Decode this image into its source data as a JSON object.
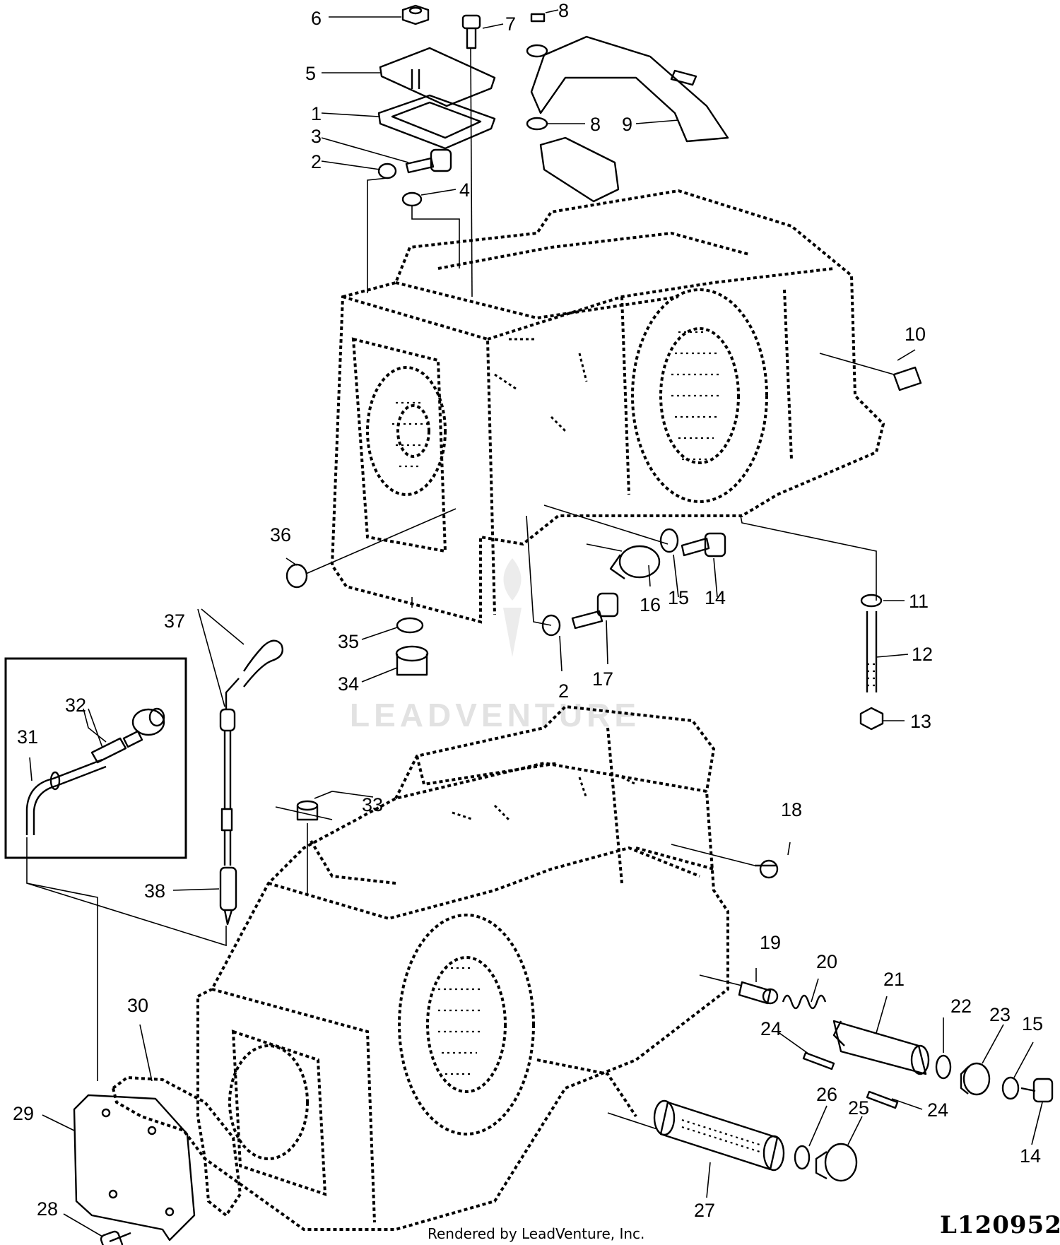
{
  "diagram": {
    "reference_code": "L120952",
    "footer": "Rendered by LeadVenture, Inc.",
    "watermark": "LEADVENTURE",
    "callouts": {
      "c1": "1",
      "c2a": "2",
      "c2b": "2",
      "c3": "3",
      "c4": "4",
      "c5": "5",
      "c6": "6",
      "c7": "7",
      "c8a": "8",
      "c8b": "8",
      "c9": "9",
      "c10": "10",
      "c11": "11",
      "c12": "12",
      "c13": "13",
      "c14a": "14",
      "c14b": "14",
      "c15a": "15",
      "c15b": "15",
      "c16": "16",
      "c17": "17",
      "c18": "18",
      "c19": "19",
      "c20": "20",
      "c21": "21",
      "c22": "22",
      "c23": "23",
      "c24a": "24",
      "c24b": "24",
      "c25": "25",
      "c26": "26",
      "c27": "27",
      "c28": "28",
      "c29": "29",
      "c30": "30",
      "c31": "31",
      "c32": "32",
      "c33": "33",
      "c34": "34",
      "c35": "35",
      "c36": "36",
      "c37": "37",
      "c38": "38"
    }
  }
}
